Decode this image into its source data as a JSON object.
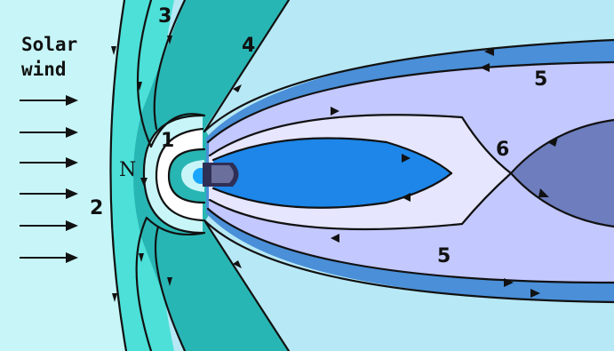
{
  "title_line1": "Solar",
  "title_line2": "wind",
  "labels": {
    "n": "N",
    "l1": "1",
    "l2": "2",
    "l3": "3",
    "l4": "4",
    "l5a": "5",
    "l5b": "5",
    "l6": "6"
  },
  "colors": {
    "background": "#ffffff",
    "solar_wind": "#c8f6f8",
    "magnetosheath": "#4ce0d8",
    "inner_sheath": "#28b6b4",
    "outer_space": "#b7e8f5",
    "mantle_band": "#4a8fd8",
    "tail_lobe": "#c3c8ff",
    "plasma_sheet": "#e6e6ff",
    "inner_core": "#1d86e8",
    "dark_lobe": "#6d7dbd",
    "earth": "#1aa6ff",
    "lines": "#111111"
  }
}
